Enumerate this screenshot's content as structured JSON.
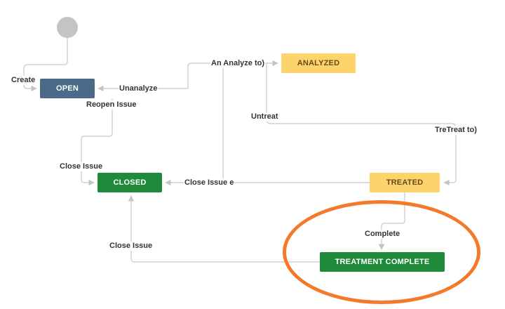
{
  "states": {
    "open": "OPEN",
    "analyzed": "ANALYZED",
    "closed": "CLOSED",
    "treated": "TREATED",
    "treatment_complete": "TREATMENT COMPLETE"
  },
  "transitions": {
    "create": "Create",
    "an_analyze": "An Analyze to)",
    "unanalyze": "Unanalyze",
    "reopen_issue": "Reopen Issue",
    "untreat": "Untreat",
    "treat": "TreTreat to)",
    "close_issue_open": "Close Issue",
    "close_issue_treated": "Close Issue e",
    "complete": "Complete",
    "close_issue_complete": "Close Issue"
  },
  "colors": {
    "open_state": "#4b6a8a",
    "done_state": "#1f8a3a",
    "progress_state": "#fdd36d",
    "start_node": "#c4c4c4",
    "highlight": "#f47a2b",
    "connector": "#c8c8c8"
  }
}
